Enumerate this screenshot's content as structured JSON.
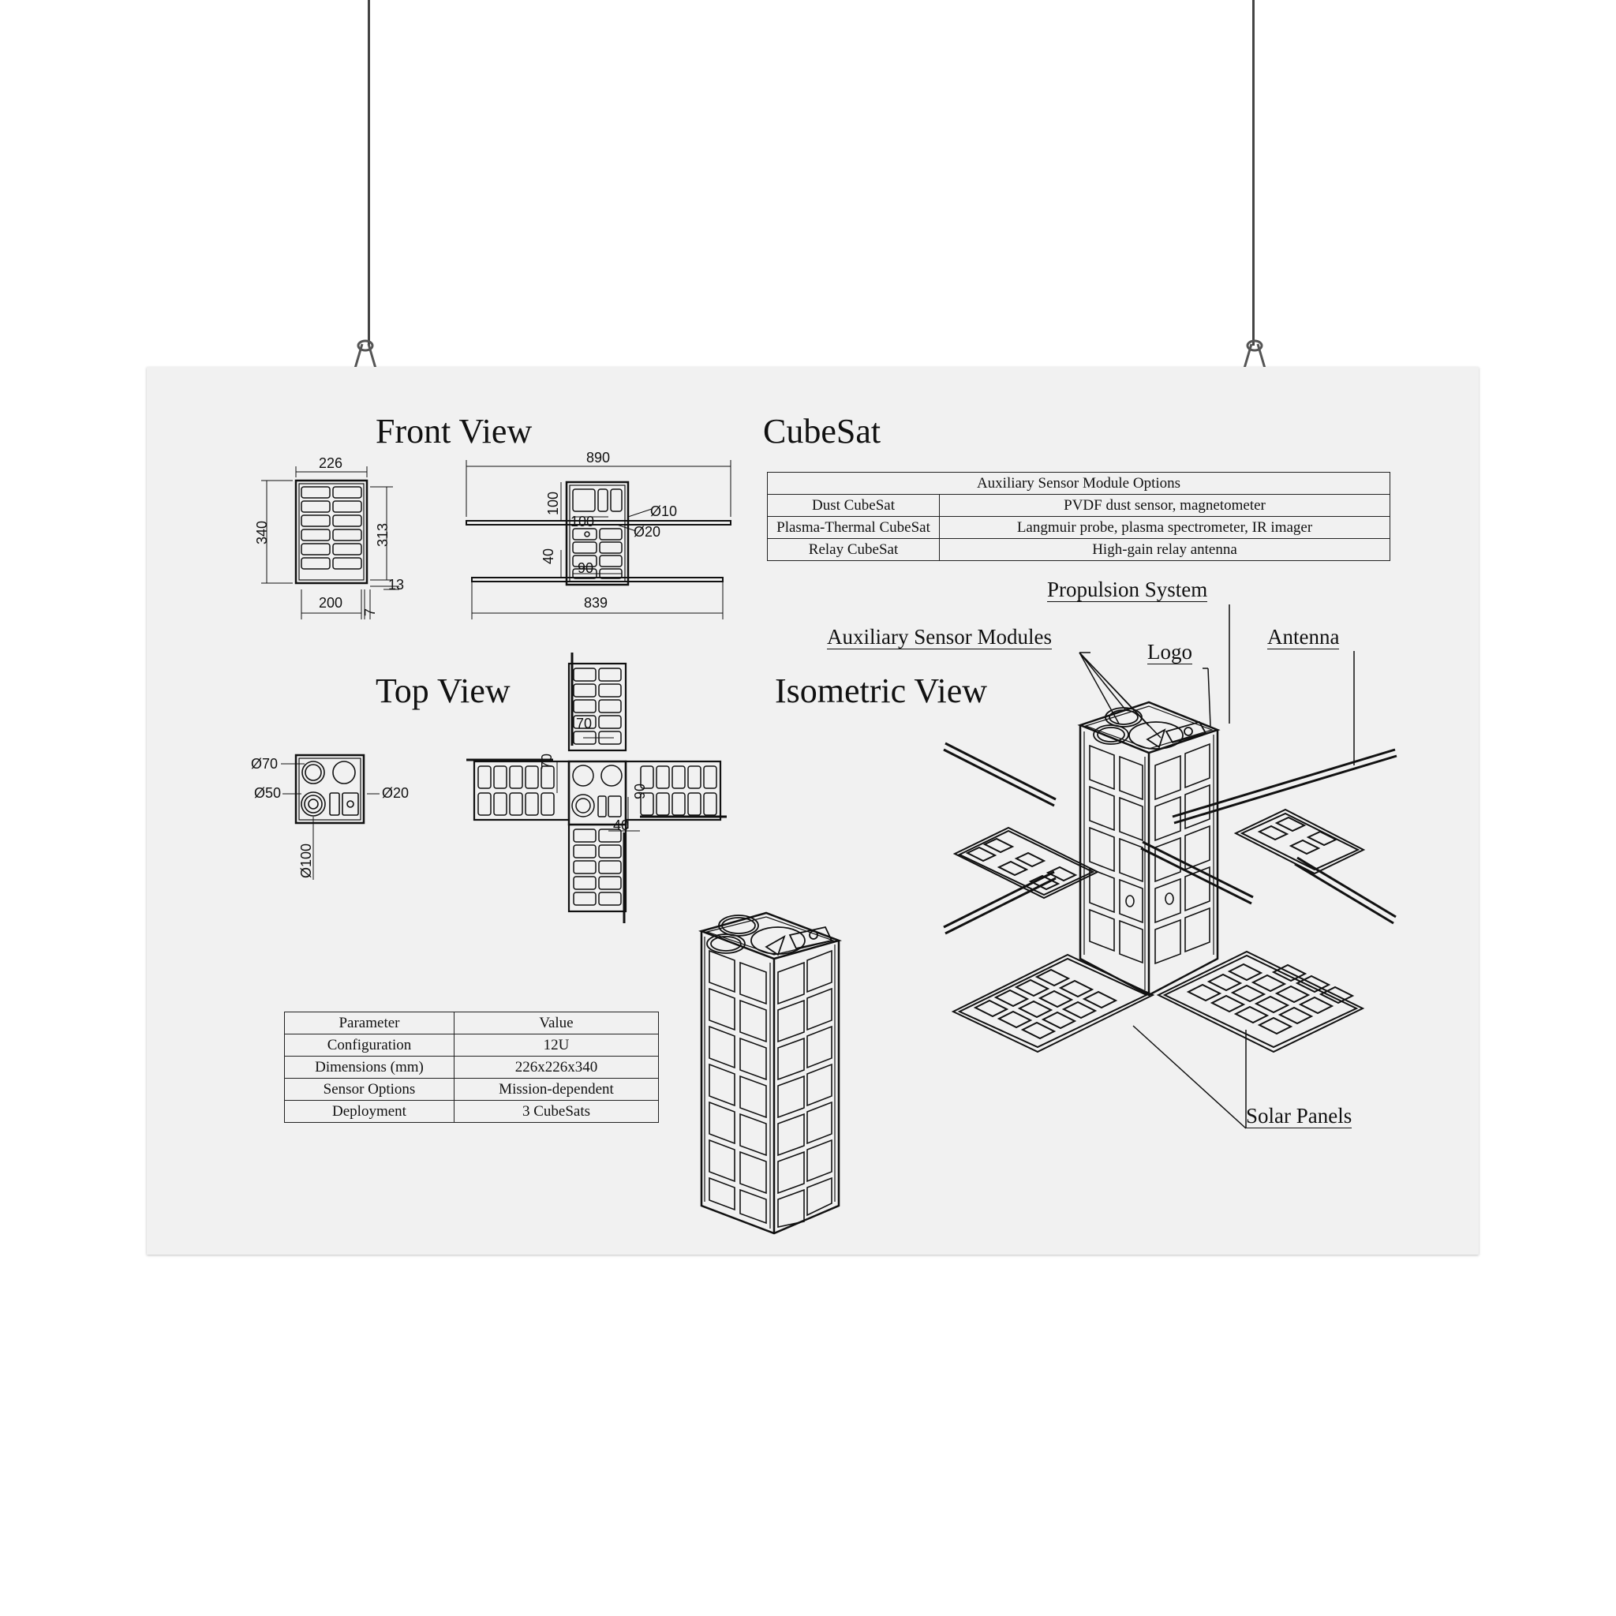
{
  "titles": {
    "front_view": "Front View",
    "top_view": "Top View",
    "isometric_view": "Isometric View",
    "main": "CubeSat"
  },
  "sensor_table": {
    "header": "Auxiliary Sensor Module Options",
    "rows": [
      {
        "name": "Dust CubeSat",
        "desc": "PVDF dust sensor, magnetometer"
      },
      {
        "name": "Plasma-Thermal CubeSat",
        "desc": "Langmuir probe, plasma spectrometer, IR imager"
      },
      {
        "name": "Relay CubeSat",
        "desc": "High-gain relay antenna"
      }
    ]
  },
  "param_table": {
    "headers": [
      "Parameter",
      "Value"
    ],
    "rows": [
      {
        "param": "Configuration",
        "value": "12U"
      },
      {
        "param": "Dimensions (mm)",
        "value": "226x226x340"
      },
      {
        "param": "Sensor Options",
        "value": "Mission-dependent"
      },
      {
        "param": "Deployment",
        "value": "3 CubeSats"
      }
    ]
  },
  "callouts": {
    "propulsion": "Propulsion System",
    "aux_sensors": "Auxiliary Sensor Modules",
    "logo": "Logo",
    "antenna": "Antenna",
    "solar": "Solar Panels"
  },
  "dims": {
    "front_width": "226",
    "front_height": "340",
    "front_inner_h": "313",
    "front_gap": "13",
    "front_base": "200",
    "front_side": "7",
    "span_top": "890",
    "span_bottom": "839",
    "d100": "100",
    "d100b": "100",
    "phi10": "Ø10",
    "phi20": "Ø20",
    "d40": "40",
    "d90": "90",
    "top_phi70": "Ø70",
    "top_phi50": "Ø50",
    "top_phi20": "Ø20",
    "top_phi100": "Ø100",
    "cross_70a": "70",
    "cross_70b": "70",
    "cross_90": "90",
    "cross_40": "40"
  }
}
